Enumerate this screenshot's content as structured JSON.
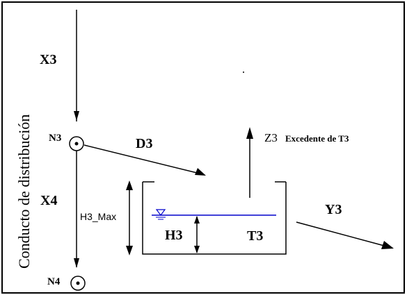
{
  "diagram": {
    "conduit_label": "Conducto de distribución",
    "nodes": {
      "n3": "N3",
      "n4": "N4"
    },
    "flows": {
      "x3": "X3",
      "x4": "X4",
      "d3": "D3",
      "y3": "Y3",
      "z3": "Z3"
    },
    "excess_label": "Excedente de T3",
    "tank": {
      "name": "T3",
      "level": "H3",
      "max_level": "H3_Max"
    },
    "colors": {
      "line": "#000000",
      "water_level": "#0000cc",
      "border": "#000000"
    }
  }
}
